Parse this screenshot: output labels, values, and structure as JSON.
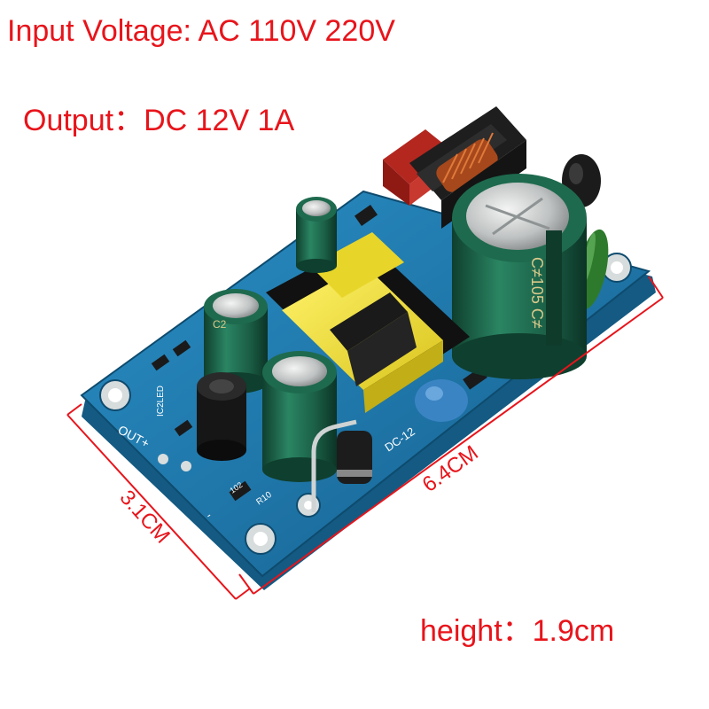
{
  "captions": {
    "input": "Input Voltage: AC 110V 220V",
    "output": "Output：DC 12V 1A",
    "height": "height：1.9cm"
  },
  "dimensions": {
    "length": "6.4CM",
    "width": "3.1CM"
  },
  "board_markings": {
    "out_label": "OUT+",
    "model_label": "DC-12",
    "minus_label": "-",
    "r10": "R10",
    "resistor_code": "102",
    "ic_label": "IC2LED",
    "cap_c2": "C2",
    "cap_print": "C≠105 C≠"
  },
  "colors": {
    "caption_red": "#e8141b",
    "pcb_blue": "#1f7bb0",
    "capacitor_green": "#1f6b4f",
    "transformer_yellow": "#f2e12e"
  }
}
